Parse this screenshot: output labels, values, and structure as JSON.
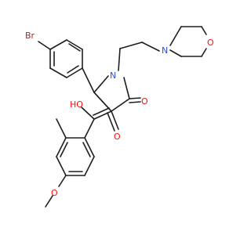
{
  "molecule": {
    "atoms": {
      "bromine": {
        "text": "Br",
        "color": "#a52a2a"
      },
      "morpholine_oxygen": {
        "text": "O",
        "color": "#ff0d0d"
      },
      "morpholine_nitrogen": {
        "text": "N",
        "color": "#2f4fd8"
      },
      "ring_nitrogen": {
        "text": "N",
        "color": "#2f4fd8"
      },
      "hydroxyl": {
        "text": "HO",
        "color": "#ff0d0d"
      },
      "ketone_oxygen_1": {
        "text": "O",
        "color": "#ff0d0d"
      },
      "ketone_oxygen_2": {
        "text": "O",
        "color": "#ff0d0d"
      },
      "methoxy_oxygen": {
        "text": "O",
        "color": "#ff0d0d"
      }
    },
    "bond_color": "#1e1e1e"
  }
}
